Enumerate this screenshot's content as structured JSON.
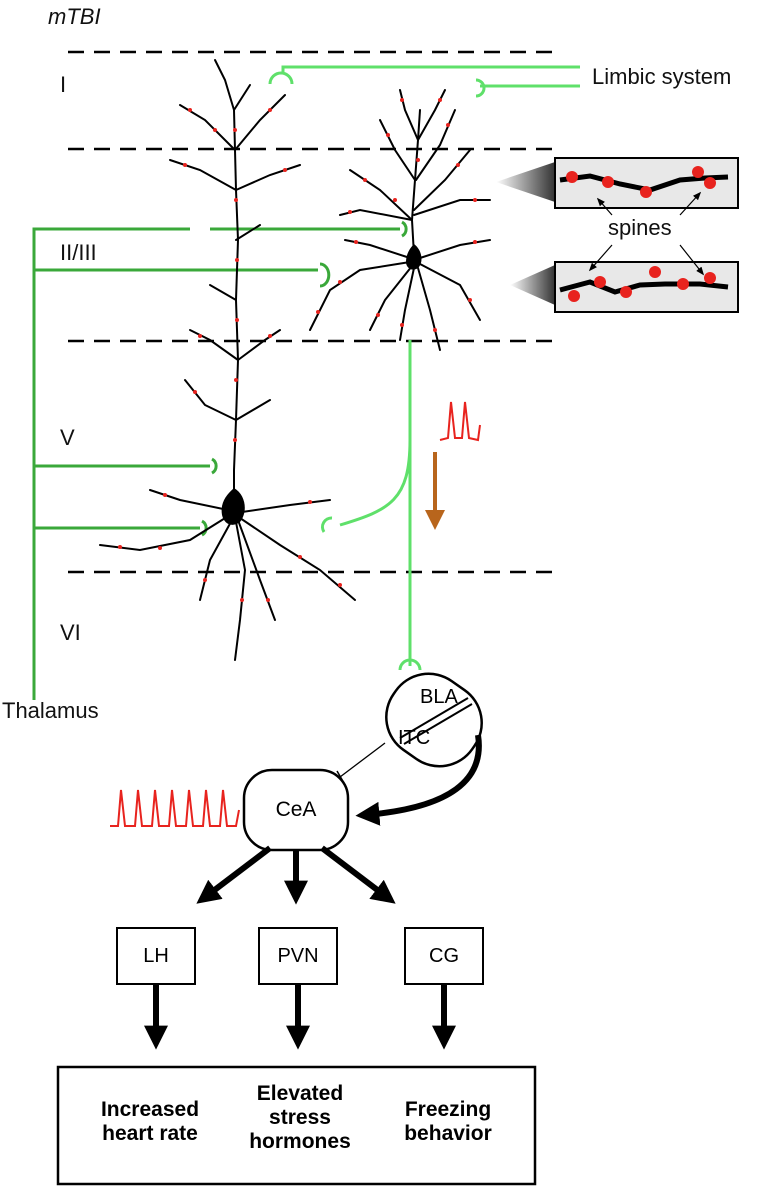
{
  "title": "mTBI",
  "layers": [
    "I",
    "II/III",
    "V",
    "VI"
  ],
  "inputs": {
    "limbic": "Limbic system",
    "thalamus": "Thalamus"
  },
  "inset": {
    "label": "spines"
  },
  "nuclei": {
    "bla": "BLA",
    "itc": "ITC",
    "cea": "CeA"
  },
  "targets": [
    "LH",
    "PVN",
    "CG"
  ],
  "outcomes": [
    {
      "line1": "Increased",
      "line2": "heart rate",
      "line3": ""
    },
    {
      "line1": "Elevated",
      "line2": "stress",
      "line3": "hormones"
    },
    {
      "line1": "Freezing",
      "line2": "behavior",
      "line3": ""
    }
  ],
  "colors": {
    "thalamic_input": "#3aa83a",
    "limbic_input": "#5fe06a",
    "spine": "#e8231e",
    "dendrite": "#000000",
    "arrow_brown": "#b8651c",
    "spike": "#e8231e",
    "inset_bg": "#e8e8e8"
  }
}
